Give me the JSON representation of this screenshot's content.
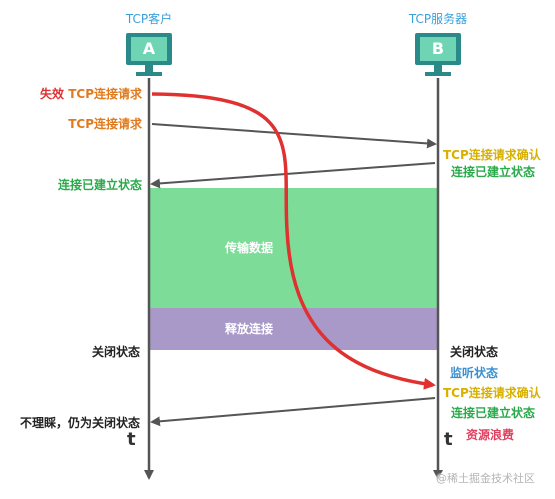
{
  "hosts": {
    "client": {
      "title": "TCP客户",
      "letter": "A"
    },
    "server": {
      "title": "TCP服务器",
      "letter": "B"
    }
  },
  "client_labels": {
    "stale_prefix": "失效",
    "stale_request": "TCP连接请求",
    "request": "TCP连接请求",
    "established": "连接已建立状态",
    "closed": "关闭状态",
    "ignore": "不理睬，仍为关闭状态",
    "time_axis": "t"
  },
  "server_labels": {
    "ack1": "TCP连接请求确认",
    "established1": "连接已建立状态",
    "closed": "关闭状态",
    "listen": "监听状态",
    "ack2": "TCP连接请求确认",
    "established2": "连接已建立状态",
    "waste": "资源浪费",
    "time_axis": "t"
  },
  "phases": {
    "transfer": "传输数据",
    "release": "释放连接"
  },
  "watermark": "@稀土掘金技术社区",
  "colors": {
    "client_title": "#3aa0d8",
    "monitor_frame": "#2a8a8a",
    "monitor_screen": "#6fd4b4",
    "stale_red": "#e03030",
    "orange": "#e07a1e",
    "yellow": "#d8b000",
    "green": "#2aaa4a",
    "blue": "#3a8fd0",
    "pink": "#e04060",
    "transfer_band": "#7ddc98",
    "release_band": "#a999c8",
    "axis": "#555555"
  }
}
